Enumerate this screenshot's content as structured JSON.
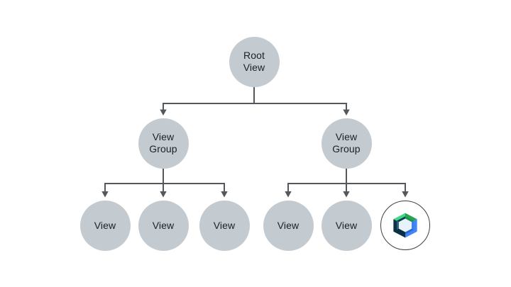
{
  "diagram": {
    "type": "tree",
    "subject": "View hierarchy tree with a Jetpack Compose leaf node",
    "tree": {
      "root": "Root View",
      "children": [
        {
          "node": "View Group",
          "children": [
            "View",
            "View",
            "View"
          ]
        },
        {
          "node": "View Group",
          "children": [
            "View",
            "View",
            "jetpack-compose-logo"
          ]
        }
      ]
    }
  },
  "nodes": {
    "root": {
      "label": "Root\nView"
    },
    "group_left": {
      "label": "View\nGroup"
    },
    "group_right": {
      "label": "View\nGroup"
    },
    "view_1": {
      "label": "View"
    },
    "view_2": {
      "label": "View"
    },
    "view_3": {
      "label": "View"
    },
    "view_4": {
      "label": "View"
    },
    "view_5": {
      "label": "View"
    },
    "compose": {
      "icon": "jetpack-compose-logo"
    }
  },
  "colors": {
    "background": "#FFFFFF",
    "node_fill": "#C3CBD1",
    "line": "#54585C",
    "text": "#202124",
    "logo_circle_stroke": "#3C4043",
    "logo_green_light": "#3FD783",
    "logo_green_dark": "#28A451",
    "logo_bevel_green": "#1F9150",
    "logo_bevel_shadow": "#0C3B50",
    "logo_blue": "#4285F4",
    "logo_bevel_blue_right": "#3D7BEE",
    "logo_bevel_blue_bottom": "#2C66CE",
    "logo_navy": "#0A3144",
    "logo_bevel_navy_light": "#2F5E79",
    "logo_bevel_navy_dark": "#0A2C3E",
    "logo_hole": "#E6F3FB"
  }
}
